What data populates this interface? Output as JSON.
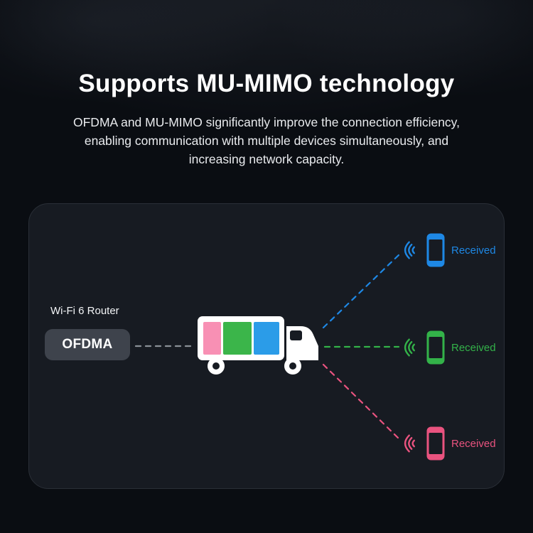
{
  "header": {
    "title": "Supports MU-MIMO technology",
    "subtitle": "OFDMA and MU-MIMO significantly improve the connection efficiency, enabling communication with multiple devices simultaneously, and increasing network capacity."
  },
  "diagram": {
    "router_label": "Wi-Fi 6 Router",
    "router_badge_label": "OFDMA",
    "truck_icon": "delivery-truck-icon",
    "cargo_colors": [
      "#f890b4",
      "#3bb54a",
      "#2b9ce8"
    ],
    "link_colors": {
      "router_to_truck": "#8a9097",
      "truck_to_phone_top": "#1e88e5",
      "truck_to_phone_middle": "#33b249",
      "truck_to_phone_bottom": "#e9537f"
    },
    "receivers": [
      {
        "icon": "wifi-signal-icon",
        "device": "phone-icon",
        "label": "Received",
        "color": "#1e88e5"
      },
      {
        "icon": "wifi-signal-icon",
        "device": "phone-icon",
        "label": "Received",
        "color": "#33b249"
      },
      {
        "icon": "wifi-signal-icon",
        "device": "phone-icon",
        "label": "Received",
        "color": "#e9537f"
      }
    ]
  },
  "colors": {
    "page_background": "#0a0d12",
    "panel_background": "#171b22",
    "panel_border": "#2a2f37",
    "badge_background": "#3e434c",
    "truck_body": "#ffffff",
    "title_text": "#ffffff",
    "body_text": "#e9ebee"
  }
}
